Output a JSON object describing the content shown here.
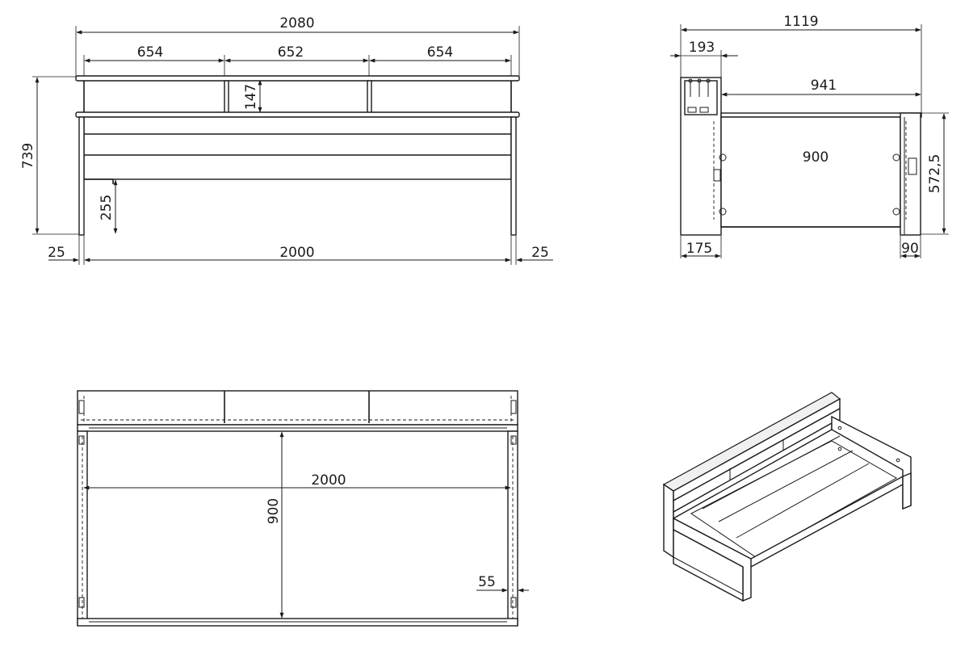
{
  "dimensions": {
    "front": {
      "total_width": "2080",
      "section_left": "654",
      "section_middle": "652",
      "section_right": "654",
      "shelf_height": "147",
      "total_height": "739",
      "leg_height": "255",
      "inner_length": "2000",
      "leg_left": "25",
      "leg_right": "25"
    },
    "side": {
      "total_depth": "1119",
      "headboard_depth": "193",
      "rail_length": "941",
      "inner_width": "900",
      "frame_height": "572,5",
      "left_panel": "175",
      "right_panel": "90"
    },
    "top": {
      "inner_length": "2000",
      "inner_width": "900",
      "rail_offset": "55"
    }
  },
  "colors": {
    "line": "#1a1a1a",
    "background": "#ffffff"
  }
}
